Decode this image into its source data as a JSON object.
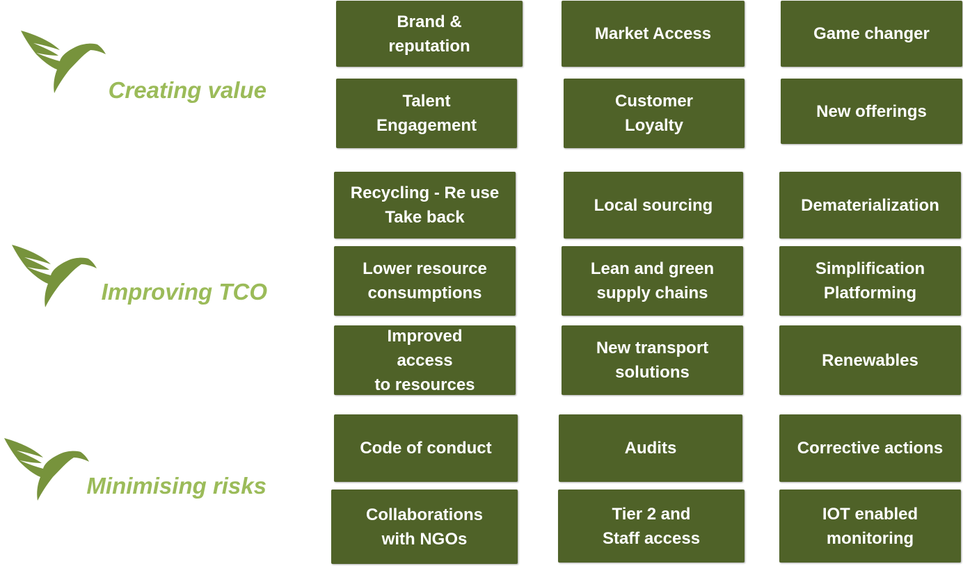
{
  "colors": {
    "box_fill": "#4f6228",
    "box_text": "#ffffff",
    "category_text": "#9bbb59",
    "bird_fill": "#77933c"
  },
  "icons": [
    "hummingbird-icon"
  ],
  "categories": [
    {
      "label": "Creating value",
      "boxes": [
        "Brand &\nreputation",
        "Market Access",
        "Game changer",
        "Talent\nEngagement",
        "Customer\nLoyalty",
        "New offerings"
      ]
    },
    {
      "label": "Improving TCO",
      "boxes": [
        "Recycling - Re use\nTake back",
        "Local sourcing",
        "Dematerialization",
        "Lower resource\nconsumptions",
        "Lean and green\nsupply chains",
        "Simplification\nPlatforming",
        "Improved\naccess\nto resources",
        "New transport\nsolutions",
        "Renewables"
      ]
    },
    {
      "label": "Minimising risks",
      "boxes": [
        "Code of conduct",
        "Audits",
        "Corrective actions",
        "Collaborations\nwith NGOs",
        "Tier 2 and\nStaff access",
        "IOT enabled\nmonitoring"
      ]
    }
  ]
}
